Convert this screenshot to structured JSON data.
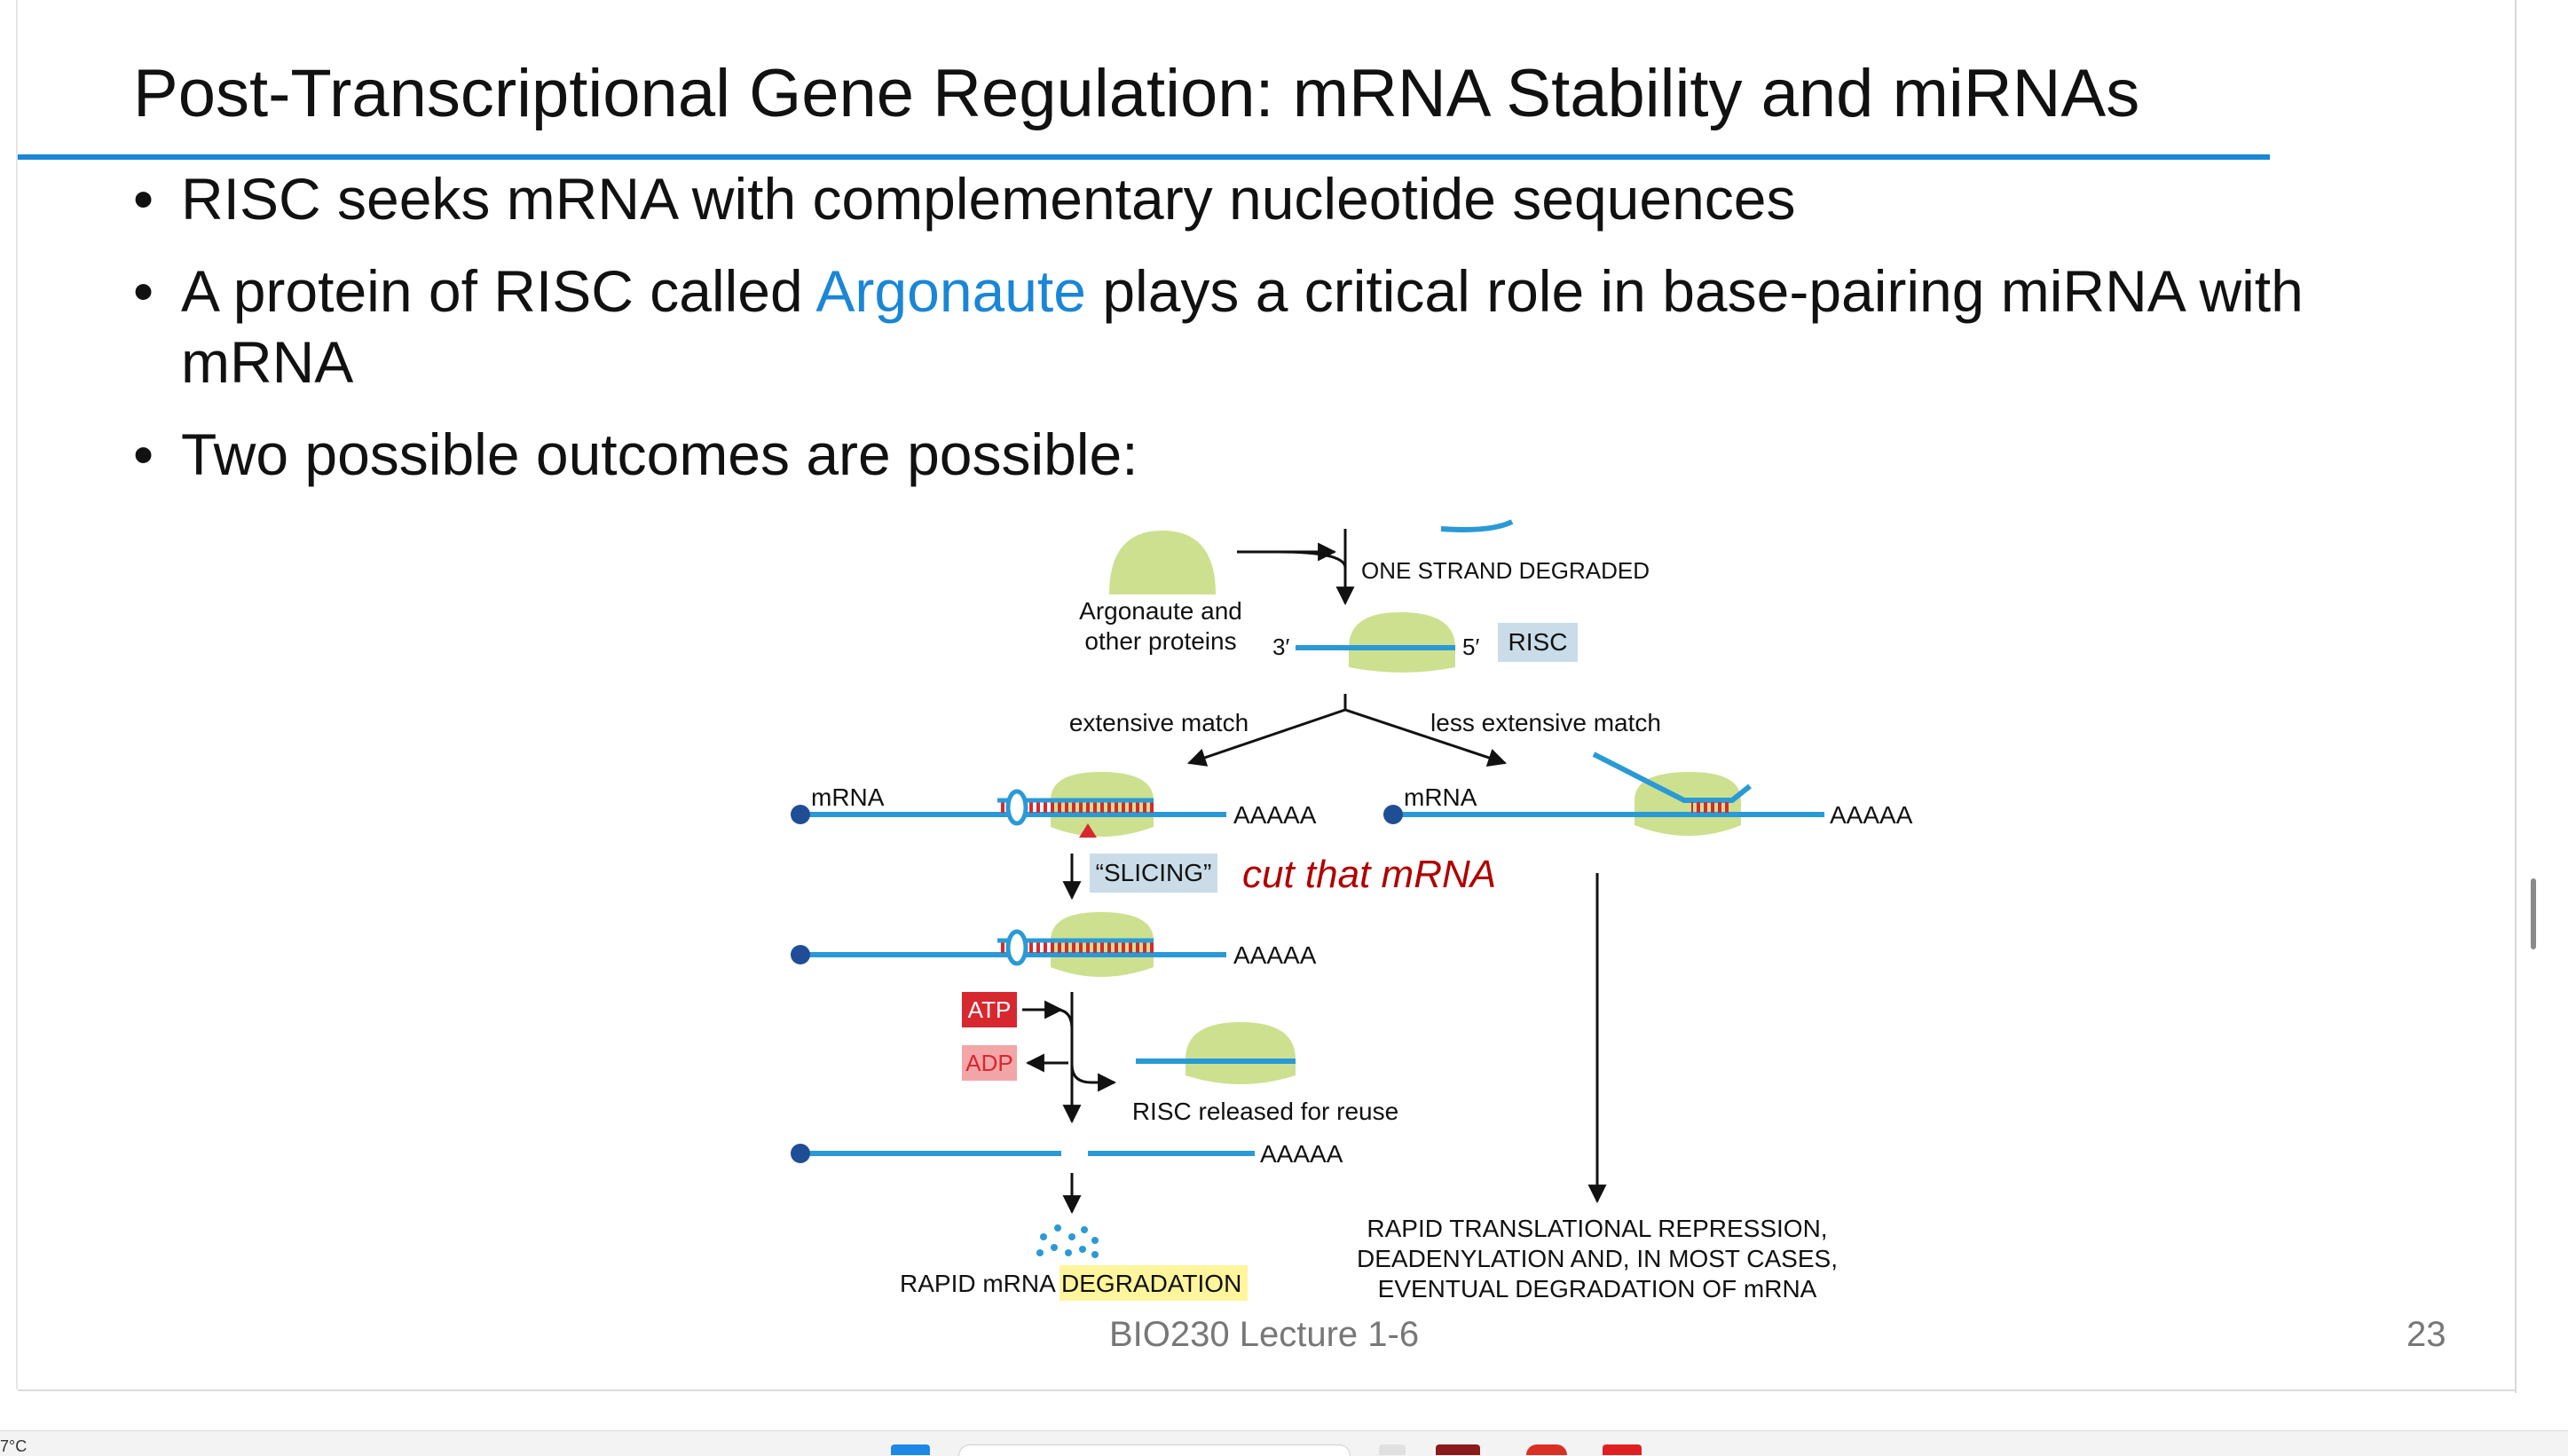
{
  "slide": {
    "title": "Post-Transcriptional Gene Regulation: mRNA Stability and miRNAs",
    "bullets": {
      "b1": "RISC seeks mRNA with complementary nucleotide sequences",
      "b2_before": "A protein of RISC called ",
      "b2_highlight": "Argonaute",
      "b2_after": " plays a critical role in base-pairing miRNA with mRNA",
      "b3": "Two possible outcomes are possible:"
    },
    "bullet_symbol": "•",
    "footer": "BIO230 Lecture 1-6",
    "page_number": "23"
  },
  "figure": {
    "argonaute_label_1": "Argonaute and",
    "argonaute_label_2": "other proteins",
    "one_strand_degraded": "ONE STRAND DEGRADED",
    "three_prime": "3′",
    "five_prime": "5′",
    "risc": "RISC",
    "extensive_match": "extensive match",
    "less_extensive_match": "less extensive match",
    "mrna_left": "mRNA",
    "mrna_right": "mRNA",
    "polya_1": "AAAAA",
    "polya_2": "AAAAA",
    "polya_3": "AAAAA",
    "polya_4": "AAAAA",
    "slicing": "“SLICING”",
    "handwritten_note": "cut that mRNA",
    "atp": "ATP",
    "adp": "ADP",
    "risc_released": "RISC released for reuse",
    "rapid_mrna": "RAPID mRNA ",
    "degradation": "DEGRADATION",
    "repression_1": "RAPID TRANSLATIONAL REPRESSION,",
    "repression_2": "DEADENYLATION AND, IN MOST CASES,",
    "repression_3": "EVENTUAL DEGRADATION OF mRNA"
  },
  "taskbar": {
    "temperature": "7°C"
  },
  "colors": {
    "accent": "#1a86d6",
    "strand": "#2a9ad6",
    "protein": "#cde08f",
    "atp": "#d7282f",
    "adp": "#f2a6a8",
    "risc_box": "#c9dce8",
    "highlight": "#fff59d",
    "handwriting": "#b00000"
  }
}
